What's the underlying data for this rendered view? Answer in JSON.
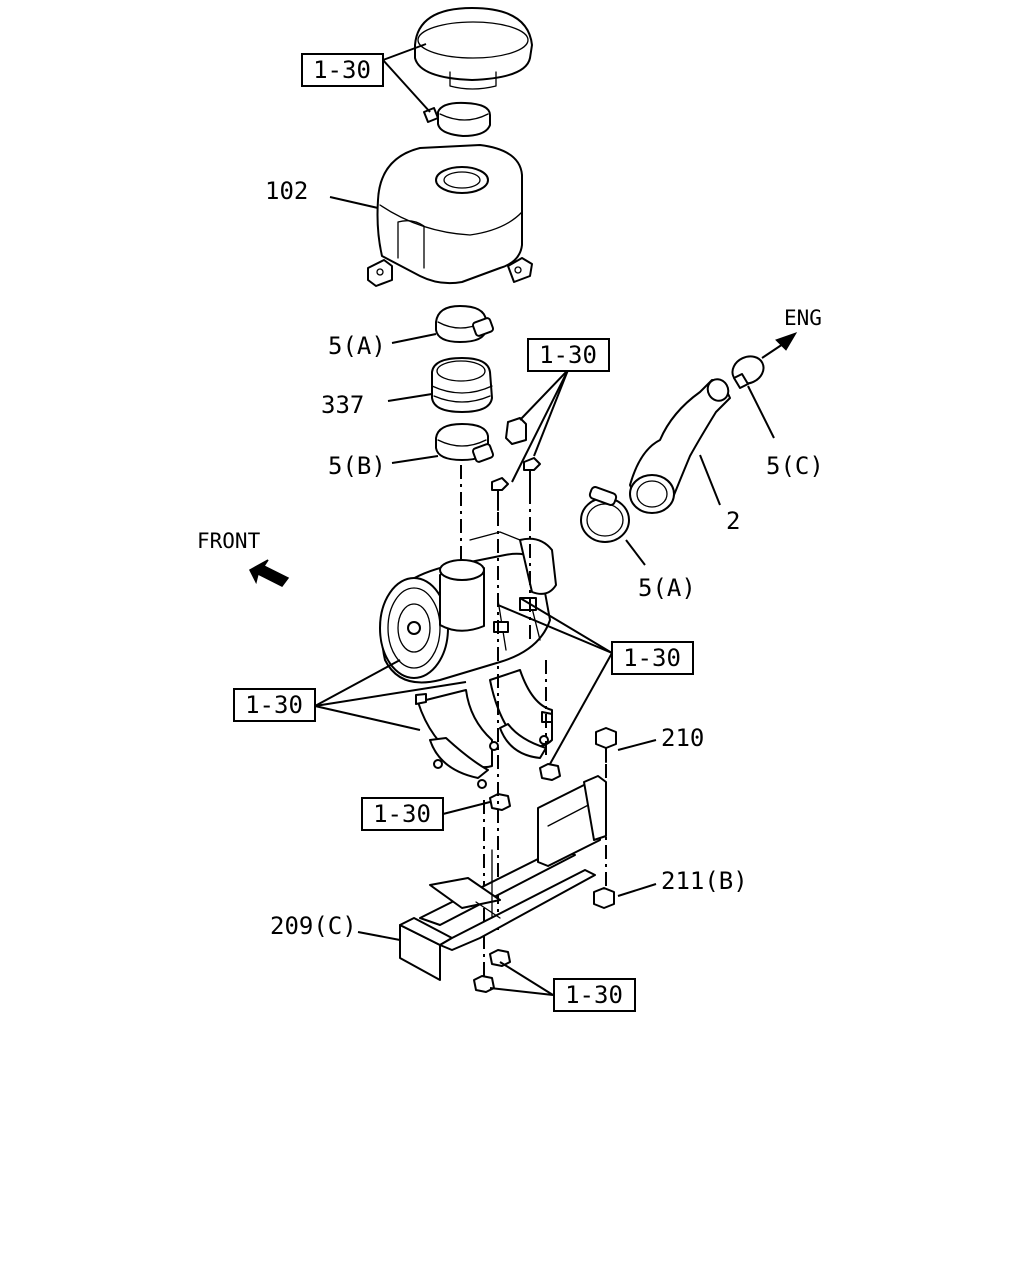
{
  "labels": {
    "p102": "102",
    "p5a_top": "5(A)",
    "p337": "337",
    "p5b": "5(B)",
    "eng": "ENG",
    "p5c": "5(C)",
    "p2": "2",
    "p5a_right": "5(A)",
    "front": "FRONT",
    "p210": "210",
    "p211b": "211(B)",
    "p209c": "209(C)"
  },
  "refs": {
    "r1": "1-30",
    "r2": "1-30",
    "r3": "1-30",
    "r4": "1-30",
    "r5": "1-30",
    "r6": "1-30"
  }
}
